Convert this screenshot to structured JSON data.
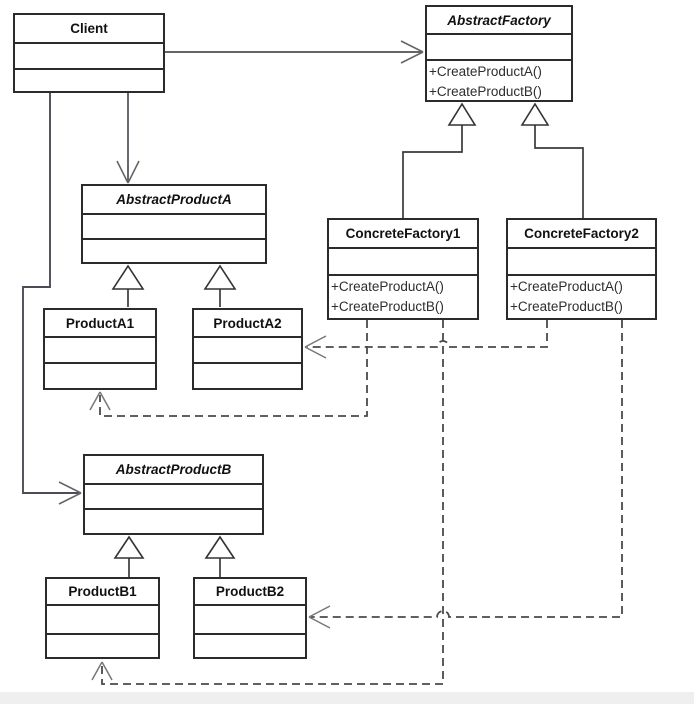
{
  "diagram": {
    "kind": "uml-class-diagram",
    "pattern": "Abstract Factory"
  },
  "classes": {
    "client": {
      "name": "Client",
      "abstract": false
    },
    "abstract_factory": {
      "name": "AbstractFactory",
      "abstract": true,
      "methods": [
        "+CreateProductA()",
        "+CreateProductB()"
      ]
    },
    "concrete_factory1": {
      "name": "ConcreteFactory1",
      "abstract": false,
      "methods": [
        "+CreateProductA()",
        "+CreateProductB()"
      ]
    },
    "concrete_factory2": {
      "name": "ConcreteFactory2",
      "abstract": false,
      "methods": [
        "+CreateProductA()",
        "+CreateProductB()"
      ]
    },
    "abstract_product_a": {
      "name": "AbstractProductA",
      "abstract": true
    },
    "product_a1": {
      "name": "ProductA1",
      "abstract": false
    },
    "product_a2": {
      "name": "ProductA2",
      "abstract": false
    },
    "abstract_product_b": {
      "name": "AbstractProductB",
      "abstract": true
    },
    "product_b1": {
      "name": "ProductB1",
      "abstract": false
    },
    "product_b2": {
      "name": "ProductB2",
      "abstract": false
    }
  },
  "relationships": [
    {
      "type": "association",
      "from": "Client",
      "to": "AbstractFactory",
      "style": "solid-open-arrow"
    },
    {
      "type": "association",
      "from": "Client",
      "to": "AbstractProductA",
      "style": "solid-open-arrow"
    },
    {
      "type": "association",
      "from": "Client",
      "to": "AbstractProductB",
      "style": "solid-open-arrow"
    },
    {
      "type": "generalization",
      "from": "ConcreteFactory1",
      "to": "AbstractFactory",
      "style": "solid-hollow-triangle"
    },
    {
      "type": "generalization",
      "from": "ConcreteFactory2",
      "to": "AbstractFactory",
      "style": "solid-hollow-triangle"
    },
    {
      "type": "generalization",
      "from": "ProductA1",
      "to": "AbstractProductA",
      "style": "solid-hollow-triangle"
    },
    {
      "type": "generalization",
      "from": "ProductA2",
      "to": "AbstractProductA",
      "style": "solid-hollow-triangle"
    },
    {
      "type": "generalization",
      "from": "ProductB1",
      "to": "AbstractProductB",
      "style": "solid-hollow-triangle"
    },
    {
      "type": "generalization",
      "from": "ProductB2",
      "to": "AbstractProductB",
      "style": "solid-hollow-triangle"
    },
    {
      "type": "dependency",
      "from": "ConcreteFactory1",
      "to": "ProductA1",
      "style": "dashed-open-arrow"
    },
    {
      "type": "dependency",
      "from": "ConcreteFactory1",
      "to": "ProductB1",
      "style": "dashed-open-arrow"
    },
    {
      "type": "dependency",
      "from": "ConcreteFactory2",
      "to": "ProductA2",
      "style": "dashed-open-arrow"
    },
    {
      "type": "dependency",
      "from": "ConcreteFactory2",
      "to": "ProductB2",
      "style": "dashed-open-arrow"
    }
  ],
  "colors": {
    "background": "#ffffff",
    "box_border": "#2b2b2b",
    "box_fill": "#ffffff",
    "solid_line": "#4d4d55",
    "dashed_line": "#4a4a4a",
    "arrowhead": "#666666",
    "bottom_strip": "#efefef"
  }
}
